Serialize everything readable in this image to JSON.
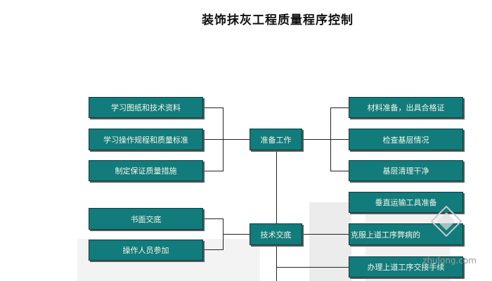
{
  "title": "装饰抹灰工程质量程序控制",
  "left_boxes": [
    {
      "label": "学习图纸和技术资料"
    },
    {
      "label": "学习操作规程和质量标准"
    },
    {
      "label": "制定保证质量措施"
    },
    {
      "label": "书面交底"
    },
    {
      "label": "操作人员参加"
    }
  ],
  "center_boxes": [
    {
      "label": "准备工作"
    },
    {
      "label": "技术交底"
    }
  ],
  "right_boxes": [
    {
      "label": "材料准备，出具合格证"
    },
    {
      "label": "检查基层情况"
    },
    {
      "label": "基层清理干净"
    },
    {
      "label": "垂直运输工具准备"
    },
    {
      "label": "克服上道工序弊病的"
    },
    {
      "label": "办理上道工序交接手续"
    }
  ],
  "watermark": {
    "text": "zhulong.com"
  }
}
